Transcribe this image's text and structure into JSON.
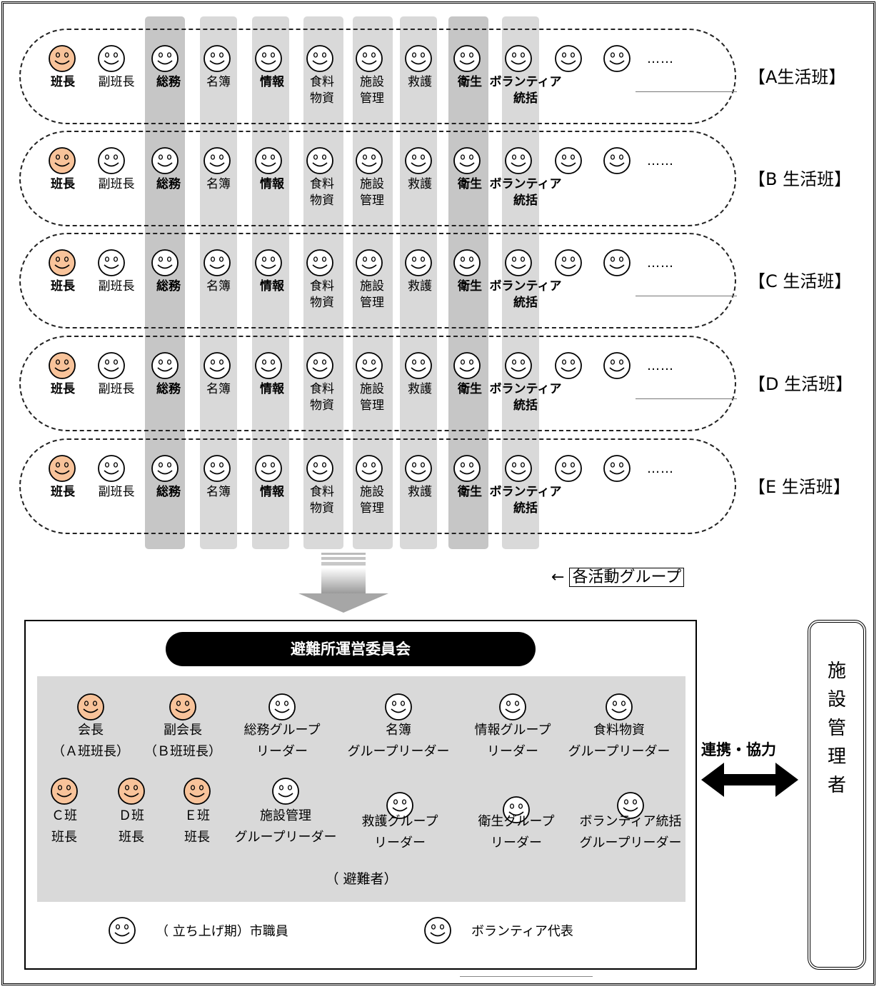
{
  "rows": [
    {
      "label": "【A生活班】"
    },
    {
      "label": "【B 生活班】"
    },
    {
      "label": "【C 生活班】"
    },
    {
      "label": "【D 生活班】"
    },
    {
      "label": "【E 生活班】"
    }
  ],
  "member_columns": [
    {
      "label": "班長",
      "bold": true,
      "colored": true
    },
    {
      "label": "副班長",
      "bold": false,
      "colored": false
    },
    {
      "label": "総務",
      "bold": true,
      "colored": false
    },
    {
      "label": "名簿",
      "bold": false,
      "colored": false
    },
    {
      "label": "情報",
      "bold": true,
      "colored": false
    },
    {
      "label": "食料\n物資",
      "bold": false,
      "colored": false
    },
    {
      "label": "施設\n管理",
      "bold": false,
      "colored": false
    },
    {
      "label": "救護",
      "bold": false,
      "colored": false
    },
    {
      "label": "衛生",
      "bold": true,
      "colored": false
    },
    {
      "label": "ボランティア\n統括",
      "bold": true,
      "colored": false
    },
    {
      "label": "",
      "bold": false,
      "colored": false
    },
    {
      "label": "",
      "bold": false,
      "colored": false
    }
  ],
  "ellipsis": "……",
  "activity_groups": {
    "arrow": "←",
    "label": "各活動グループ"
  },
  "committee": {
    "title": "避難所運営委員会",
    "members_top": [
      {
        "label": "会長\n（Ａ班班長）",
        "colored": true
      },
      {
        "label": "副会長\n（Ｂ班班長）",
        "colored": true
      },
      {
        "label": "総務グループ\nリーダー",
        "colored": false
      },
      {
        "label": "名簿\nグループリーダー",
        "colored": false
      },
      {
        "label": "情報グループ\nリーダー",
        "colored": false
      },
      {
        "label": "食料物資\nグループリーダー",
        "colored": false
      }
    ],
    "members_bottom": [
      {
        "label": "Ｃ班\n班長",
        "colored": true
      },
      {
        "label": "Ｄ班\n班長",
        "colored": true
      },
      {
        "label": "Ｅ班\n班長",
        "colored": true
      },
      {
        "label": "施設管理\nグループリーダー",
        "colored": false
      },
      {
        "label": "救護グループ\nリーダー",
        "colored": false
      },
      {
        "label": "衛生グループ\nリーダー",
        "colored": false
      },
      {
        "label": "ボランティア統括\nグループリーダー",
        "colored": false
      }
    ],
    "evacuees_note": "（ 避難者）",
    "legend": [
      {
        "label": "（ 立ち上げ期）市職員"
      },
      {
        "label": "ボランティア代表"
      }
    ]
  },
  "cooperation": "連携・協力",
  "facility_manager": [
    "施",
    "設",
    "管",
    "理",
    "者"
  ],
  "colors": {
    "leader_face": "#f8c39a",
    "normal_face": "#ffffff",
    "column_bg": "#d9d9d9",
    "panel_bg": "#d9d9d9"
  }
}
